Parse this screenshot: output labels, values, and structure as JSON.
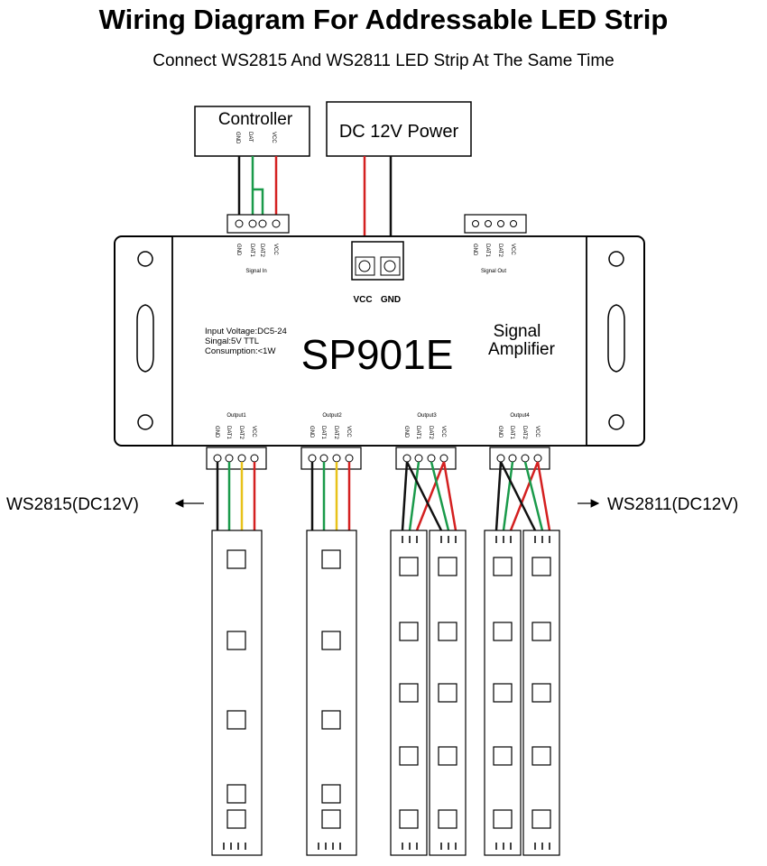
{
  "title": "Wiring Diagram For  Addressable LED Strip",
  "subtitle": "Connect WS2815 And WS2811 LED Strip At The Same Time",
  "controller": {
    "label": "Controller",
    "pins": [
      "GND",
      "DAT",
      "VCC"
    ]
  },
  "power": {
    "label": "DC 12V Power",
    "terminal_labels": [
      "VCC",
      "GND"
    ]
  },
  "device": {
    "model": "SP901E",
    "name_line1": "Signal",
    "name_line2": "Amplifier",
    "specs": [
      "Input Voltage:DC5-24",
      "Singal:5V TTL",
      "Consumption:<1W"
    ],
    "signal_in_label": "Signal In",
    "signal_out_label": "Signal Out",
    "port_pins": [
      "GND",
      "DAT1",
      "DAT2",
      "VCC"
    ],
    "outputs": [
      "Output1",
      "Output2",
      "Output3",
      "Output4"
    ]
  },
  "strips": {
    "left_label": "WS2815(DC12V)",
    "right_label": "WS2811(DC12V)"
  },
  "colors": {
    "gnd_wire": "#111111",
    "data_green": "#1a9a4a",
    "data_yellow": "#e8c21a",
    "vcc_red": "#d42020",
    "outline": "#000000"
  }
}
